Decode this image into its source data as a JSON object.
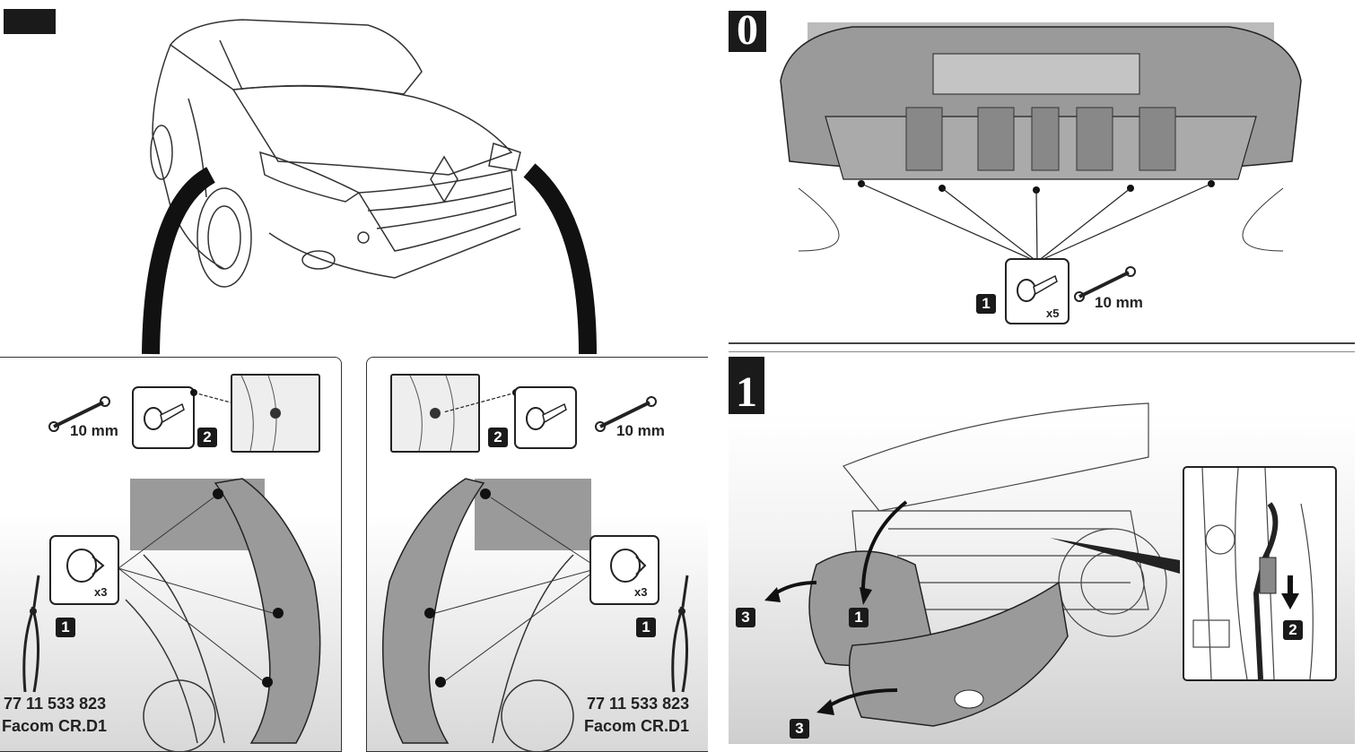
{
  "steps": {
    "top_left": "",
    "top_right": "0",
    "bottom_right": "1"
  },
  "badges": {
    "one": "1",
    "two": "2",
    "three": "3"
  },
  "fasteners": {
    "clip_qty": "x3",
    "screw_qty": "x5"
  },
  "tools": {
    "wrench_size": "10 mm",
    "pliers_ref": "77 11 533 823",
    "pliers_name": "Facom CR.D1"
  },
  "colors": {
    "badge_bg": "#1a1a1a",
    "part_fill": "#9a9a9a",
    "line": "#222222"
  }
}
